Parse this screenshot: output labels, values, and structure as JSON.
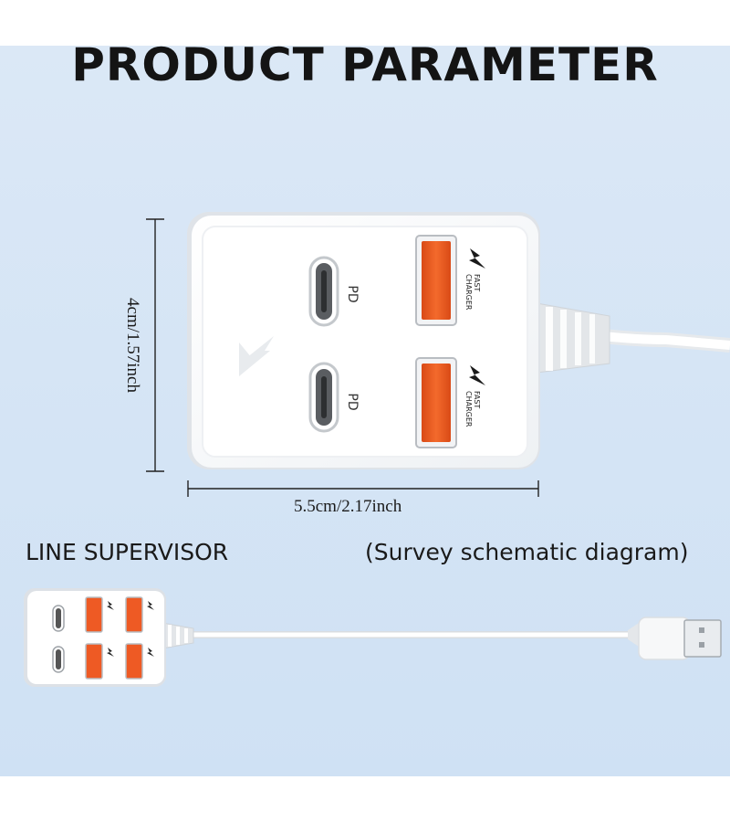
{
  "title": "PRODUCT PARAMETER",
  "dimensions": {
    "height_label": "4cm/1.57inch",
    "width_label": "5.5cm/2.17inch"
  },
  "ports": {
    "pd_label": "PD",
    "fast_label_line1": "FAST",
    "fast_label_line2": "CHARGER"
  },
  "sections": {
    "line_supervisor": "LINE SUPERVISOR",
    "survey": "(Survey schematic diagram)"
  },
  "colors": {
    "background": "#d4e4f5",
    "usb_a_port": "#ee5a24",
    "device_body": "#ffffff"
  }
}
